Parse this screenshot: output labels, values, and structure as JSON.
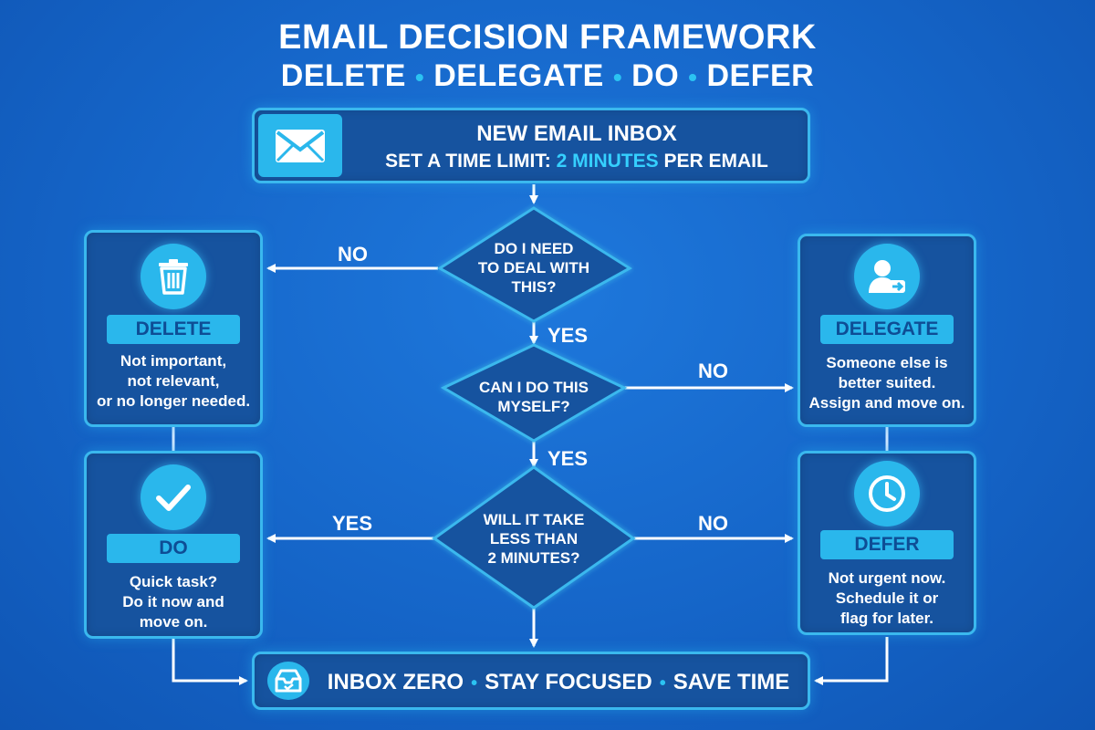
{
  "header": {
    "title": "EMAIL DECISION FRAMEWORK",
    "subtitle_items": [
      "DELETE",
      "DELEGATE",
      "DO",
      "DEFER"
    ],
    "separator": "•"
  },
  "inbox": {
    "title": "NEW EMAIL INBOX",
    "limit_prefix": "SET A TIME LIMIT: ",
    "limit_highlight": "2 MINUTES",
    "limit_suffix": " PER EMAIL",
    "icon": "envelope-icon"
  },
  "decisions": {
    "q1": {
      "line1": "DO I NEED",
      "line2": "TO DEAL WITH",
      "line3": "THIS?"
    },
    "q2": {
      "line1": "CAN I DO THIS",
      "line2": "MYSELF?"
    },
    "q3": {
      "line1": "WILL IT TAKE",
      "line2": "LESS THAN",
      "line3": "2 MINUTES?"
    }
  },
  "labels": {
    "q1_no": "NO",
    "q1_yes": "YES",
    "q2_no": "NO",
    "q2_yes": "YES",
    "q3_yes": "YES",
    "q3_no": "NO"
  },
  "outcomes": {
    "delete": {
      "label": "DELETE",
      "icon": "trash-icon",
      "line1": "Not important,",
      "line2": "not relevant,",
      "line3": "or no longer needed."
    },
    "delegate": {
      "label": "DELEGATE",
      "icon": "user-forward-icon",
      "line1": "Someone else is",
      "line2": "better suited.",
      "line3": "Assign and move on."
    },
    "do": {
      "label": "DO",
      "icon": "checkmark-icon",
      "line1": "Quick task?",
      "line2": "Do it now and",
      "line3": "move on."
    },
    "defer": {
      "label": "DEFER",
      "icon": "clock-icon",
      "line1": "Not urgent now.",
      "line2": "Schedule it or",
      "line3": "flag for later."
    }
  },
  "footer": {
    "items": [
      "INBOX ZERO",
      "STAY FOCUSED",
      "SAVE TIME"
    ],
    "icon": "inbox-tray-icon"
  },
  "colors": {
    "background": "#1565c8",
    "panel": "#16539f",
    "accent": "#2ab7ec",
    "highlight": "#35d0ff",
    "line": "#ffffff"
  }
}
